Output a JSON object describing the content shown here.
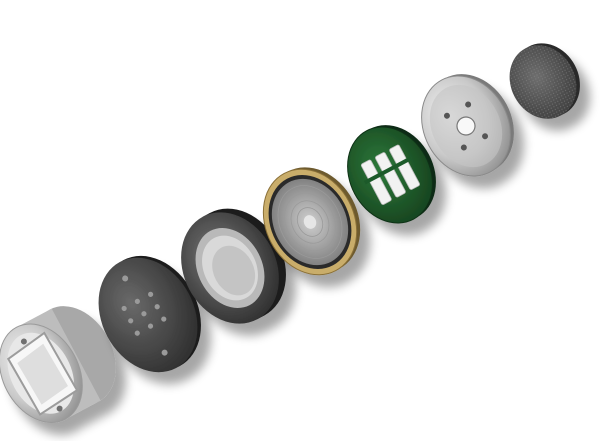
{
  "scene": {
    "description_colors": {
      "background": "#ffffff",
      "metal_light": "#d9d9d9",
      "metal_dark": "#5a5a5a",
      "pcb_green": "#1f5a2a",
      "brass": "#b89a5a",
      "foam": "#4a4a4a"
    },
    "components": [
      {
        "name": "aluminum-housing"
      },
      {
        "name": "black-perforated-plate"
      },
      {
        "name": "magnet-ring"
      },
      {
        "name": "diaphragm"
      },
      {
        "name": "green-pcb"
      },
      {
        "name": "metal-backplate"
      },
      {
        "name": "foam-filter"
      }
    ]
  }
}
